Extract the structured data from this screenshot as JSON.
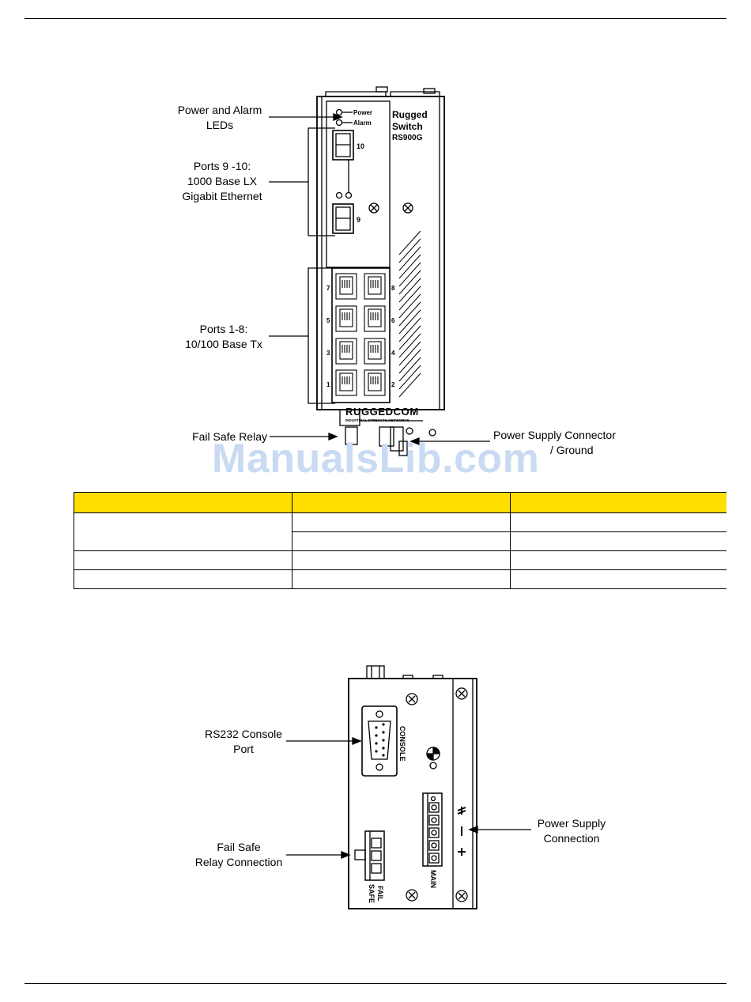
{
  "watermark": "ManualsLib.com",
  "front_view": {
    "callouts": {
      "leds": [
        "Power and Alarm",
        "LEDs"
      ],
      "gigabit": [
        "Ports 9 -10:",
        "1000 Base LX",
        "Gigabit Ethernet"
      ],
      "ports18": [
        "Ports 1-8:",
        "10/100 Base Tx"
      ],
      "failsafe": "Fail Safe Relay",
      "psu": [
        "Power Supply Connector",
        "/ Ground"
      ]
    },
    "device": {
      "brand_lines": [
        "Rugged",
        "Switch",
        "RS900G"
      ],
      "led_power": "Power",
      "led_alarm": "Alarm",
      "port_10": "10",
      "port_9": "9",
      "rj45_left": [
        "7",
        "5",
        "3",
        "1"
      ],
      "rj45_right": [
        "8",
        "6",
        "4",
        "2"
      ],
      "maker": "RUGGEDCOM",
      "maker_sub": "INDUSTRIAL STRENGTH NETWORKS"
    }
  },
  "table": {
    "headers": [
      "",
      "",
      ""
    ],
    "rows": [
      [
        "",
        "",
        ""
      ],
      [
        "",
        ""
      ],
      [
        "",
        "",
        ""
      ],
      [
        "",
        "",
        ""
      ]
    ]
  },
  "bottom_view": {
    "callouts": {
      "console": [
        "RS232 Console",
        "Port"
      ],
      "failsafe": [
        "Fail Safe",
        "Relay Connection"
      ],
      "psu": [
        "Power Supply",
        "Connection"
      ]
    },
    "device": {
      "console": "CONSOLE",
      "fail": "FAIL",
      "safe": "SAFE",
      "main": "MAIN"
    }
  }
}
